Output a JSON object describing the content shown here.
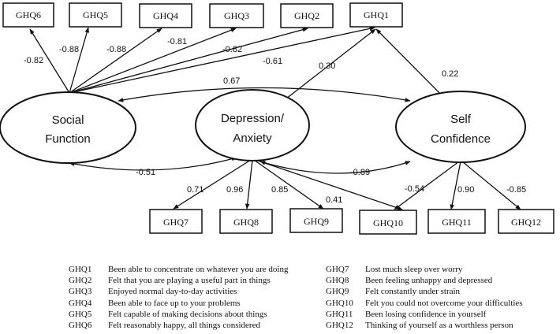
{
  "boxes": {
    "ghq1": "GHQ1",
    "ghq2": "GHQ2",
    "ghq3": "GHQ3",
    "ghq4": "GHQ4",
    "ghq5": "GHQ5",
    "ghq6": "GHQ6",
    "ghq7": "GHQ7",
    "ghq8": "GHQ8",
    "ghq9": "GHQ9",
    "ghq10": "GHQ10",
    "ghq11": "GHQ11",
    "ghq12": "GHQ12"
  },
  "latents": {
    "social": [
      "Social",
      "Function"
    ],
    "depression": [
      "Depression/",
      "Anxiety"
    ],
    "self": [
      "Self",
      "Confidence"
    ]
  },
  "coefficients": {
    "sf_ghq6": "-0.82",
    "sf_ghq5": "-0.88",
    "sf_ghq4": "-0.88",
    "sf_ghq3": "-0.81",
    "sf_ghq2": "-0.82",
    "sf_ghq1": "-0.61",
    "sf_sc": "0.67",
    "da_ghq1": "0.30",
    "sc_ghq1": "0.22",
    "sf_da": "-0.51",
    "da_sc": "-0.89",
    "da_ghq7": "0.71",
    "da_ghq8": "0.96",
    "da_ghq9": "0.85",
    "da_ghq10": "0.41",
    "sc_ghq10": "-0.54",
    "sc_ghq11": "0.90",
    "sc_ghq12": "-0.85"
  },
  "legend_left": [
    {
      "code": "GHQ1",
      "text": "Been able to concentrate on whatever you are doing"
    },
    {
      "code": "GHQ2",
      "text": "Felt that you are playing a useful part in things"
    },
    {
      "code": "GHQ3",
      "text": "Enjoyed normal day-to-day activities"
    },
    {
      "code": "GHQ4",
      "text": "Been able to face up to your problems"
    },
    {
      "code": "GHQ5",
      "text": "Felt capable of making decisions about things"
    },
    {
      "code": "GHQ6",
      "text": "Felt reasonably happy, all things considered"
    }
  ],
  "legend_right": [
    {
      "code": "GHQ7",
      "text": "Lost much sleep over worry"
    },
    {
      "code": "GHQ8",
      "text": "Been feeling unhappy and depressed"
    },
    {
      "code": "GHQ9",
      "text": "Felt constantly under strain"
    },
    {
      "code": "GHQ10",
      "text": "Felt you could not overcome your difficulties"
    },
    {
      "code": "GHQ11",
      "text": "Been losing confidence in yourself"
    },
    {
      "code": "GHQ12",
      "text": "Thinking of yourself as a worthless person"
    }
  ]
}
